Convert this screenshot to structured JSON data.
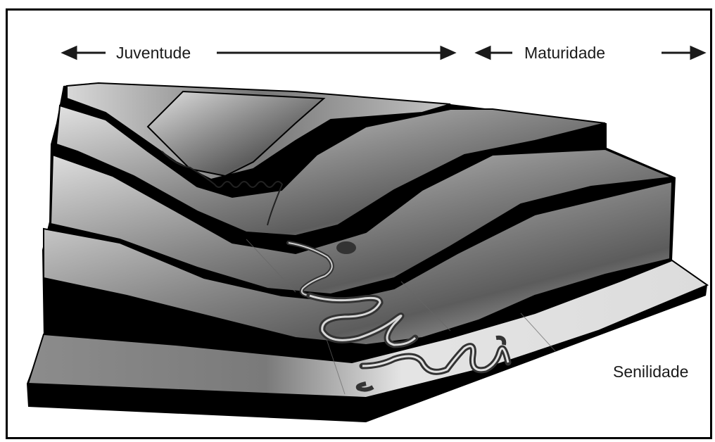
{
  "labels": {
    "youth": "Juventude",
    "maturity": "Maturidade",
    "senility": "Senilidade"
  },
  "colors": {
    "ink": "#000000",
    "surface_light": "#d6d6d6",
    "surface_dark": "#5a5a5a",
    "background": "#ffffff"
  }
}
